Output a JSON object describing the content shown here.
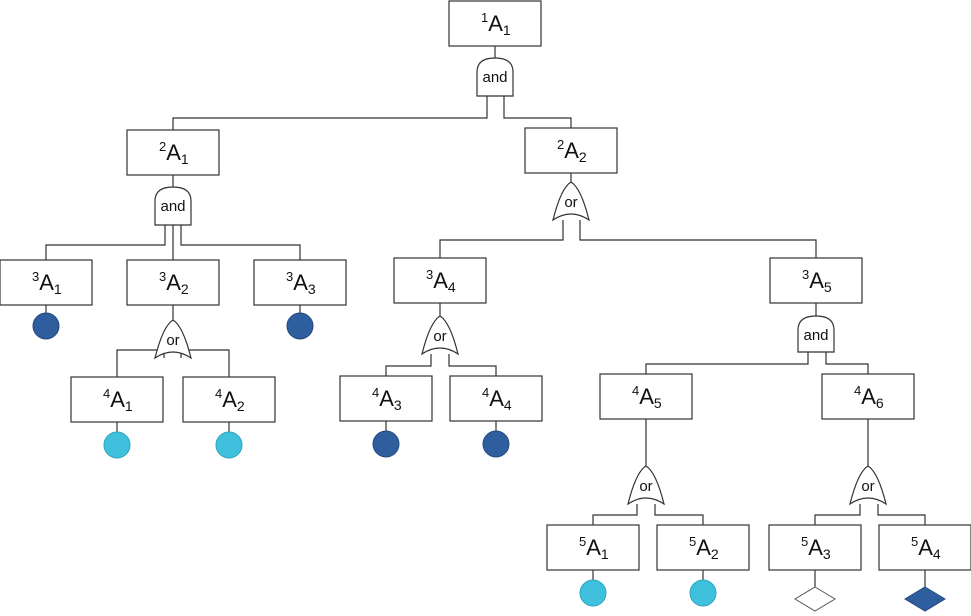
{
  "diagram": {
    "type": "fault-tree",
    "colors": {
      "dark_event": "#2e5e9e",
      "light_event": "#3fc0dc",
      "undeveloped_empty": "#ffffff",
      "undeveloped_filled": "#2e5e9e",
      "line": "#333333"
    },
    "nodes": [
      {
        "id": "1A1",
        "sup": "1",
        "base": "A",
        "sub": "1",
        "gate": "and",
        "leaf": null
      },
      {
        "id": "2A1",
        "sup": "2",
        "base": "A",
        "sub": "1",
        "gate": "and",
        "leaf": null
      },
      {
        "id": "2A2",
        "sup": "2",
        "base": "A",
        "sub": "2",
        "gate": "or",
        "leaf": null
      },
      {
        "id": "3A1",
        "sup": "3",
        "base": "A",
        "sub": "1",
        "gate": null,
        "leaf": "dark-circle"
      },
      {
        "id": "3A2",
        "sup": "3",
        "base": "A",
        "sub": "2",
        "gate": "or",
        "leaf": null
      },
      {
        "id": "3A3",
        "sup": "3",
        "base": "A",
        "sub": "3",
        "gate": null,
        "leaf": "dark-circle"
      },
      {
        "id": "3A4",
        "sup": "3",
        "base": "A",
        "sub": "4",
        "gate": "or",
        "leaf": null
      },
      {
        "id": "3A5",
        "sup": "3",
        "base": "A",
        "sub": "5",
        "gate": "and",
        "leaf": null
      },
      {
        "id": "4A1",
        "sup": "4",
        "base": "A",
        "sub": "1",
        "gate": null,
        "leaf": "light-circle"
      },
      {
        "id": "4A2",
        "sup": "4",
        "base": "A",
        "sub": "2",
        "gate": null,
        "leaf": "light-circle"
      },
      {
        "id": "4A3",
        "sup": "4",
        "base": "A",
        "sub": "3",
        "gate": null,
        "leaf": "dark-circle"
      },
      {
        "id": "4A4",
        "sup": "4",
        "base": "A",
        "sub": "4",
        "gate": null,
        "leaf": "dark-circle"
      },
      {
        "id": "4A5",
        "sup": "4",
        "base": "A",
        "sub": "5",
        "gate": "or",
        "leaf": null
      },
      {
        "id": "4A6",
        "sup": "4",
        "base": "A",
        "sub": "6",
        "gate": "or",
        "leaf": null
      },
      {
        "id": "5A1",
        "sup": "5",
        "base": "A",
        "sub": "1",
        "gate": null,
        "leaf": "light-circle"
      },
      {
        "id": "5A2",
        "sup": "5",
        "base": "A",
        "sub": "2",
        "gate": null,
        "leaf": "light-circle"
      },
      {
        "id": "5A3",
        "sup": "5",
        "base": "A",
        "sub": "3",
        "gate": null,
        "leaf": "empty-diamond"
      },
      {
        "id": "5A4",
        "sup": "5",
        "base": "A",
        "sub": "4",
        "gate": null,
        "leaf": "filled-diamond"
      }
    ],
    "edges": [
      {
        "parent": "1A1",
        "children": [
          "2A1",
          "2A2"
        ]
      },
      {
        "parent": "2A1",
        "children": [
          "3A1",
          "3A2",
          "3A3"
        ]
      },
      {
        "parent": "2A2",
        "children": [
          "3A4",
          "3A5"
        ]
      },
      {
        "parent": "3A2",
        "children": [
          "4A1",
          "4A2"
        ]
      },
      {
        "parent": "3A4",
        "children": [
          "4A3",
          "4A4"
        ]
      },
      {
        "parent": "3A5",
        "children": [
          "4A5",
          "4A6"
        ]
      },
      {
        "parent": "4A5",
        "children": [
          "5A1",
          "5A2"
        ]
      },
      {
        "parent": "4A6",
        "children": [
          "5A3",
          "5A4"
        ]
      }
    ]
  }
}
